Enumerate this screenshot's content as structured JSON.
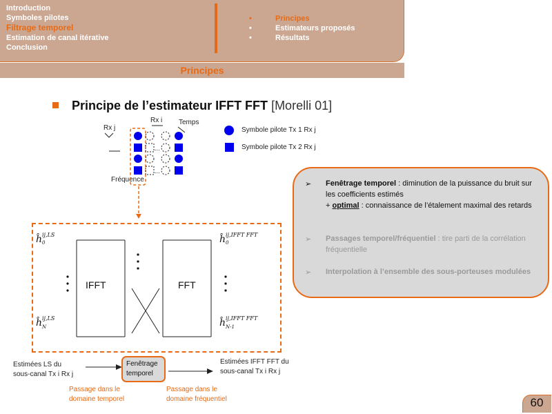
{
  "nav": {
    "left": [
      "Introduction",
      "Symboles pilotes",
      "Filtrage temporel",
      "Estimation de canal itérative",
      "Conclusion"
    ],
    "left_active_index": 2,
    "right": [
      "Principes",
      "Estimateurs proposés",
      "Résultats"
    ],
    "right_active_index": 0,
    "bullet": "•"
  },
  "section_title": "Principes",
  "slide": {
    "title_main": "Principe de l’estimateur IFFT FFT",
    "title_ref": "[Morelli 01]"
  },
  "grid": {
    "label_rx_j": "Rx j",
    "label_rx_i": "Rx i",
    "label_temps": "Temps",
    "label_frequence": "Fréquence",
    "dots": "..."
  },
  "legend": {
    "circle": "Symbole pilote Tx 1 Rx j",
    "square": "Symbole pilote Tx 2 Rx j"
  },
  "callout": {
    "arrow": "➢",
    "item1_bold": "Fenêtrage temporel",
    "item1_text": " : diminution de la puissance du bruit sur les coefficients estimés",
    "item1_plus": "+ ",
    "item1_optimal": "optimal",
    "item1_rest": " : connaissance de l’étalement maximal des retards",
    "item2_bold": "Passages temporel/fréquentiel",
    "item2_text": " : tire parti de la corrélation fréquentielle",
    "item3_bold": "Interpolation à l’ensemble des sous-porteuses modulées"
  },
  "diagram": {
    "ifft": "IFFT",
    "fft": "FFT",
    "in_top": "ĥ",
    "in_top_sup": "ij,LS",
    "in_top_sub": "0",
    "in_bot": "ĥ",
    "in_bot_sup": "ij,LS",
    "in_bot_sub": "N",
    "out_top": "ĥ",
    "out_top_sup": "ij,IFFT FFT",
    "out_top_sub": "0",
    "out_bot": "ĥ",
    "out_bot_sup": "ij,IFFT FFT",
    "out_bot_sub": "N-1"
  },
  "bottom": {
    "ls_line1": "Estimées LS du",
    "ls_line2": "sous-canal Tx i Rx j",
    "fen_line1": "Fenêtrage",
    "fen_line2": "temporel",
    "ifft_line1": "Estimées IFFT FFT du",
    "ifft_line2": "sous-canal Tx i Rx j",
    "pass_t1": "Passage dans le",
    "pass_t2": "domaine temporel",
    "pass_f1": "Passage dans le",
    "pass_f2": "domaine fréquentiel"
  },
  "page_number": "60",
  "colors": {
    "accent": "#e86a14",
    "header_bg": "#cba792",
    "pilot_blue": "#0000ee"
  }
}
